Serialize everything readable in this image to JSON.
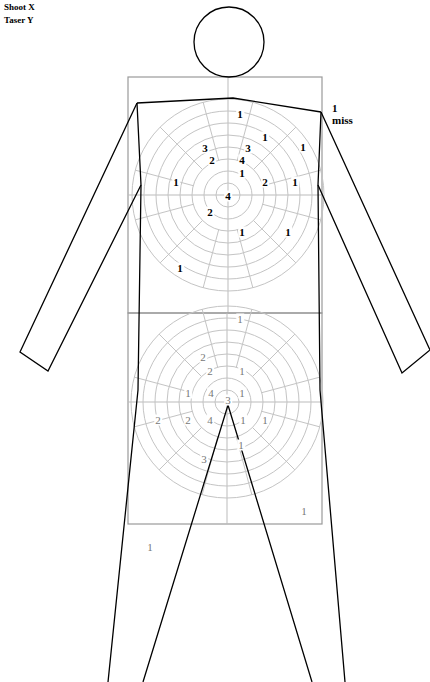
{
  "diagram": {
    "labels": [
      "Shoot X",
      "Taser Y",
      "1",
      "1",
      "miss",
      "1",
      "3",
      "3",
      "1",
      "2",
      "4",
      "1",
      "1",
      "2",
      "1",
      "4",
      "2",
      "1",
      "1",
      "1",
      "1",
      "2",
      "2",
      "1",
      "1",
      "4",
      "1",
      "3",
      "2",
      "2",
      "4",
      "1",
      "1",
      "1",
      "3",
      "1",
      "1"
    ]
  }
}
